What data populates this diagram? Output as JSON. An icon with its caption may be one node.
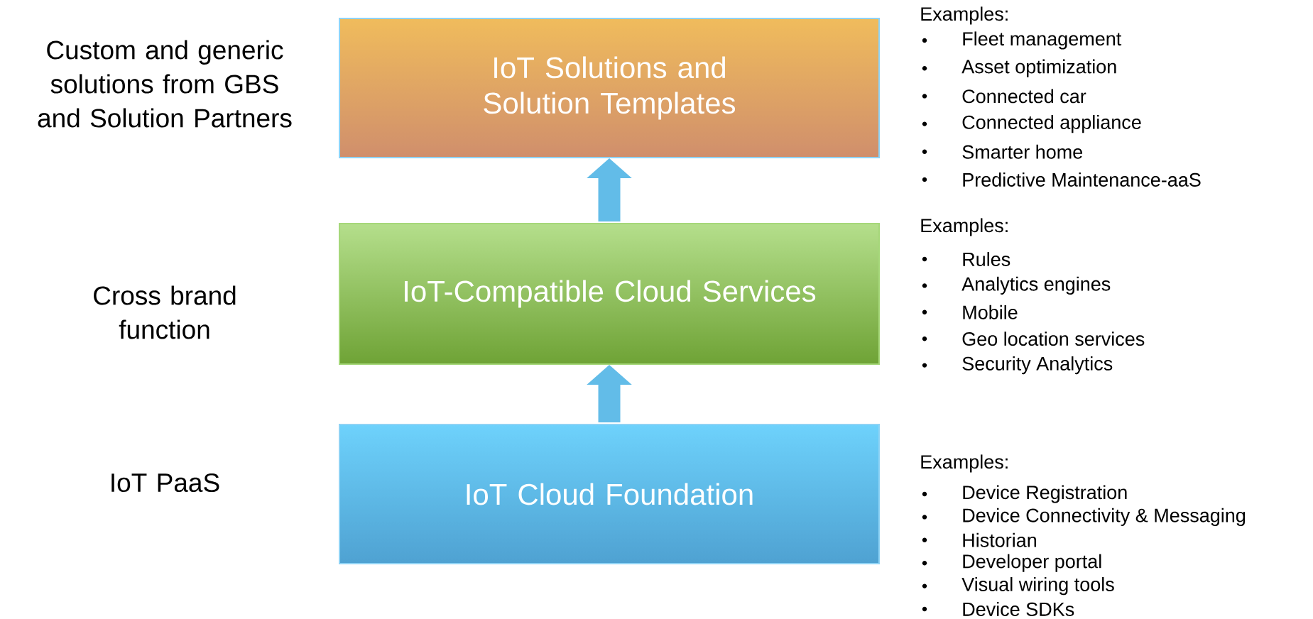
{
  "diagram": {
    "nodes": [
      {
        "text": [
          "IoT Solutions and Solution Templates"
        ],
        "beside": [
          "Examples:",
          "Fleet management",
          "Asset optimization",
          "Connected car",
          "Connected appliance",
          "Smarter home",
          "Predictive Maintenance-aaS"
        ]
      },
      {
        "text": [
          "IoT-Compatible Cloud Services"
        ],
        "beside": [
          "Examples:",
          "Rules",
          "Analytics engines",
          "Mobile",
          "Geo location services",
          "Security Analytics"
        ]
      },
      {
        "text": [
          "IoT Cloud Foundation"
        ],
        "beside": [
          "Examples:",
          "Device Registration",
          "Device Connectivity & Messaging",
          "Historian",
          "Developer portal",
          "Visual wiring tools",
          "Device SDKs"
        ]
      }
    ],
    "edges": [
      {
        "from": 2,
        "to": 1,
        "arrow": "to"
      },
      {
        "from": 1,
        "to": 0,
        "arrow": "to"
      }
    ],
    "labels": [
      "Custom and generic solutions from GBS and Solution Partners",
      "Cross brand function",
      "IoT PaaS"
    ]
  }
}
